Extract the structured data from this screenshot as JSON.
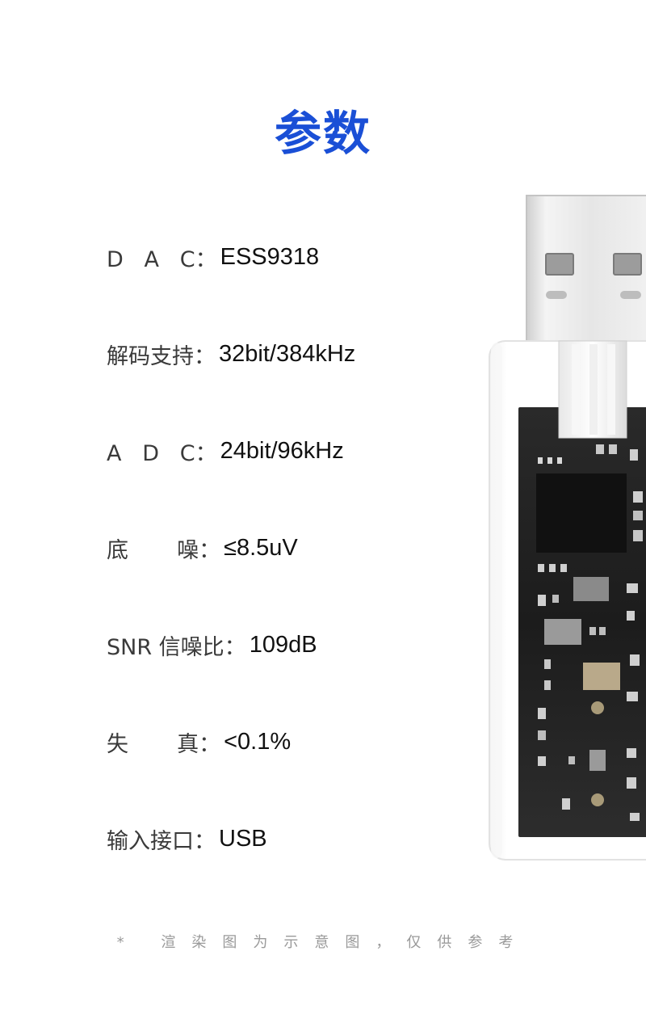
{
  "colors": {
    "title": "#1a4fd6",
    "label": "#3a3a3a",
    "value": "#111111",
    "footnote": "#9a9a9a"
  },
  "title": "参数",
  "specs": [
    {
      "label": "D   A   C：",
      "value": "ESS9318"
    },
    {
      "label": "解码支持：",
      "value": "32bit/384kHz"
    },
    {
      "label": "A   D   C：",
      "value": "24bit/96kHz"
    },
    {
      "label": "底       噪：",
      "value": "≤8.5uV"
    },
    {
      "label": "SNR 信噪比：",
      "value": "109dB"
    },
    {
      "label": "失       真：",
      "value": "<0.1%"
    },
    {
      "label": "输入接口：",
      "value": "USB"
    }
  ],
  "footnote": "* 渲染图为示意图，仅供参考",
  "product": {
    "icon": "usb-dac-dongle-icon"
  }
}
